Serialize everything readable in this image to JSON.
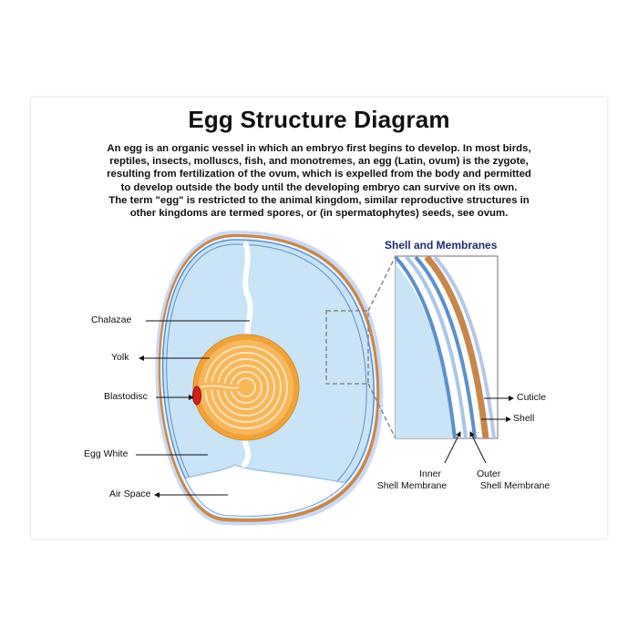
{
  "title": "Egg Structure Diagram",
  "intro_lines": [
    "An egg is an organic vessel in which an embryo first begins to develop. In most birds,",
    "reptiles, insects, molluscs, fish, and monotremes, an egg (Latin, ovum) is the zygote,",
    "resulting from fertilization of the ovum, which is expelled from the body and permitted",
    "to develop outside the body until the developing embryo can survive on its own.",
    "The term \"egg\" is restricted to the animal kingdom, similar reproductive structures in",
    "other kingdoms are termed spores, or (in spermatophytes) seeds, see ovum."
  ],
  "labels": {
    "chalazae": "Chalazae",
    "yolk": "Yolk",
    "blastodisc": "Blastodisc",
    "egg_white": "Egg White",
    "air_space": "Air Space"
  },
  "inset": {
    "title": "Shell and Membranes",
    "cuticle": "Cuticle",
    "shell": "Shell",
    "inner_line1": "Inner",
    "inner_line2": "Shell Membrane",
    "outer_line1": "Outer",
    "outer_line2": "Shell Membrane"
  },
  "colors": {
    "shell_outer": "#b9c7e6",
    "shell_brown": "#c8874a",
    "membrane_blue": "#5b8fcc",
    "egg_white": "#c8e4f6",
    "yolk": "#f4a330",
    "blastodisc": "#d42020",
    "title_blue": "#1f2d6e"
  }
}
